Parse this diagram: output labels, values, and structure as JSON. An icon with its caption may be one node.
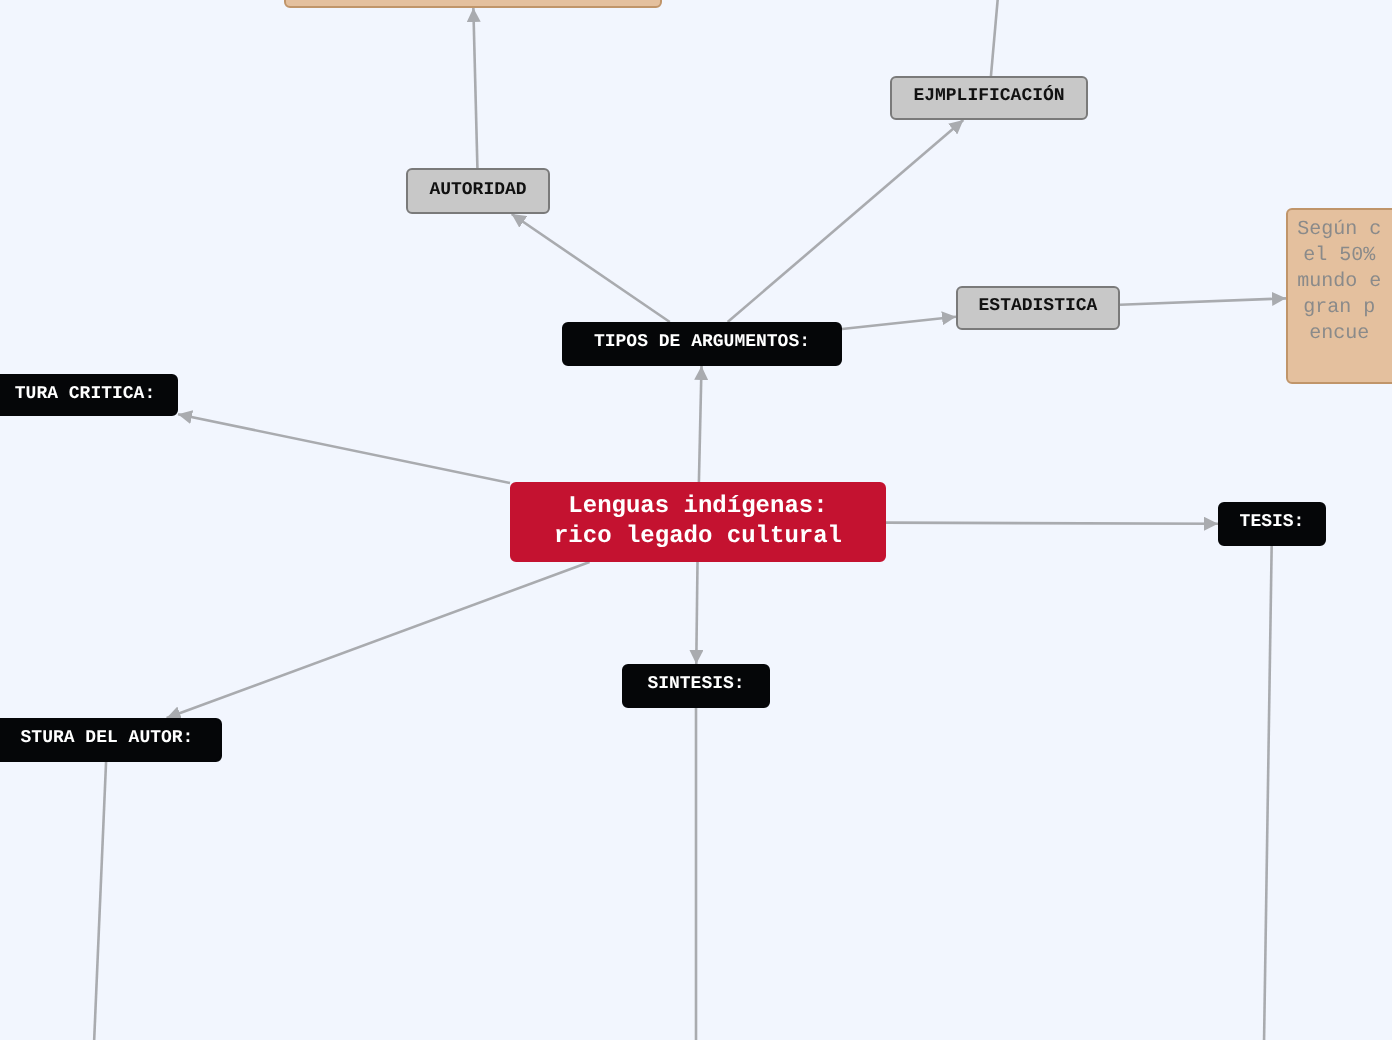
{
  "diagram": {
    "nodes": [
      {
        "text": [
          "Lenguas indígenas: rico legado cultural"
        ]
      },
      {
        "text": [
          "TIPOS DE ARGUMENTOS:"
        ]
      },
      {
        "text": [
          "AUTORIDAD"
        ]
      },
      {
        "text": [],
        "shape": "box"
      },
      {
        "text": [
          "EJMPLIFICACIÓN"
        ]
      },
      {
        "text": [
          "ESTADISTICA"
        ]
      },
      {
        "text": [
          "Según c el 50% mundo e gran p encue"
        ]
      },
      {
        "text": [
          "TURA CRITICA:"
        ]
      },
      {
        "text": [
          "STURA DEL AUTOR:"
        ]
      },
      {
        "text": [
          "SINTESIS:"
        ]
      },
      {
        "text": [
          "TESIS:"
        ]
      }
    ],
    "edges": [
      {
        "from": 0,
        "to": 1,
        "arrow": "to"
      },
      {
        "from": 0,
        "to": 7,
        "arrow": "to"
      },
      {
        "from": 0,
        "to": 8,
        "arrow": "to"
      },
      {
        "from": 0,
        "to": 9,
        "arrow": "to"
      },
      {
        "from": 0,
        "to": 10,
        "arrow": "to"
      },
      {
        "from": 1,
        "to": 2,
        "arrow": "to"
      },
      {
        "from": 1,
        "to": 4,
        "arrow": "to"
      },
      {
        "from": 1,
        "to": 5,
        "arrow": "to"
      },
      {
        "from": 5,
        "to": 6,
        "arrow": "to"
      },
      {
        "from": 2,
        "to": 3,
        "arrow": "to"
      },
      {
        "from": 4,
        "to": null,
        "arrow": "none"
      },
      {
        "from": 8,
        "to": null,
        "arrow": "none"
      },
      {
        "from": 9,
        "to": null,
        "arrow": "none"
      },
      {
        "from": 10,
        "to": null,
        "arrow": "none"
      }
    ]
  }
}
